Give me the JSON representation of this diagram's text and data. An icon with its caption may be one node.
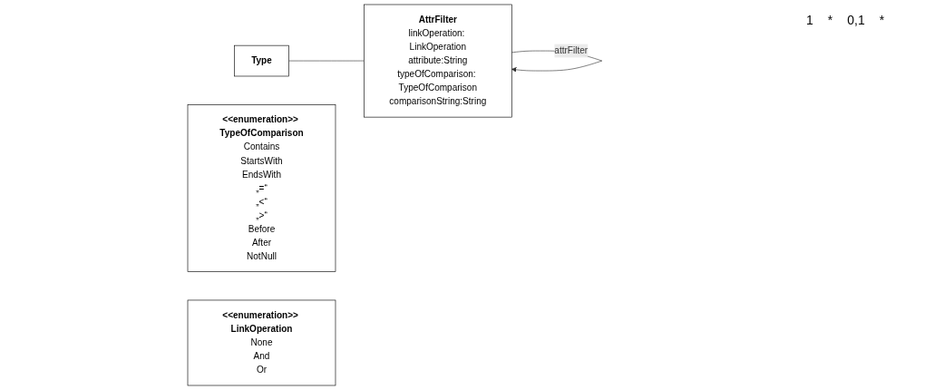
{
  "diagram": {
    "nodes": [
      {
        "text": [
          "Type"
        ]
      },
      {
        "text": [
          "AttrFilter",
          "linkOperation: LinkOperation",
          "attribute:String",
          "typeOfComparison: TypeOfComparison",
          "comparisonString:String"
        ]
      },
      {
        "text": [
          "<<enumeration>> TypeOfComparison",
          "Contains",
          "StartsWith",
          "EndsWith",
          "„=“",
          "„<“",
          "„>“",
          "Before",
          "After",
          "NotNull"
        ]
      },
      {
        "text": [
          "<<enumeration>> LinkOperation",
          "None",
          "And",
          "Or"
        ]
      }
    ],
    "edges": [
      {
        "from": 0,
        "to": 1,
        "arrow": "none"
      },
      {
        "from": 1,
        "to": 1,
        "arrow": "to",
        "label": "attrFilter"
      }
    ],
    "labels": [
      "1",
      "*",
      "0,1",
      "*"
    ]
  }
}
